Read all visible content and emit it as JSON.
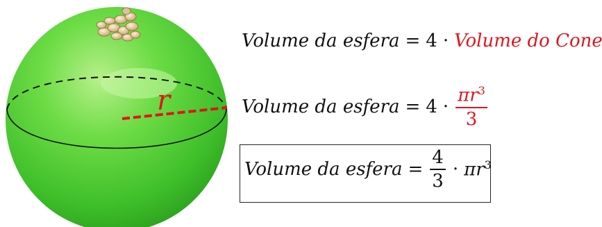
{
  "diagram": {
    "radius_label": "r",
    "seeds_present": true,
    "colors": {
      "sphere": "#5fcf3c",
      "radius_line": "#e0151b",
      "highlight_text": "#e0151b",
      "text": "#111111"
    }
  },
  "equations": {
    "eq1": {
      "lhs": "Volume da esfera",
      "equals": "=",
      "factor": "4",
      "dot": "·",
      "rhs_highlight": "Volume do Cone"
    },
    "eq2": {
      "lhs": "Volume da esfera",
      "equals": "=",
      "factor": "4",
      "dot": "·",
      "numerator": "πr",
      "exponent": "3",
      "denominator": "3"
    },
    "eq3": {
      "lhs": "Volume da esfera",
      "equals": "=",
      "numerator": "4",
      "denominator": "3",
      "dot": "·",
      "term": "πr",
      "exponent": "3"
    }
  }
}
